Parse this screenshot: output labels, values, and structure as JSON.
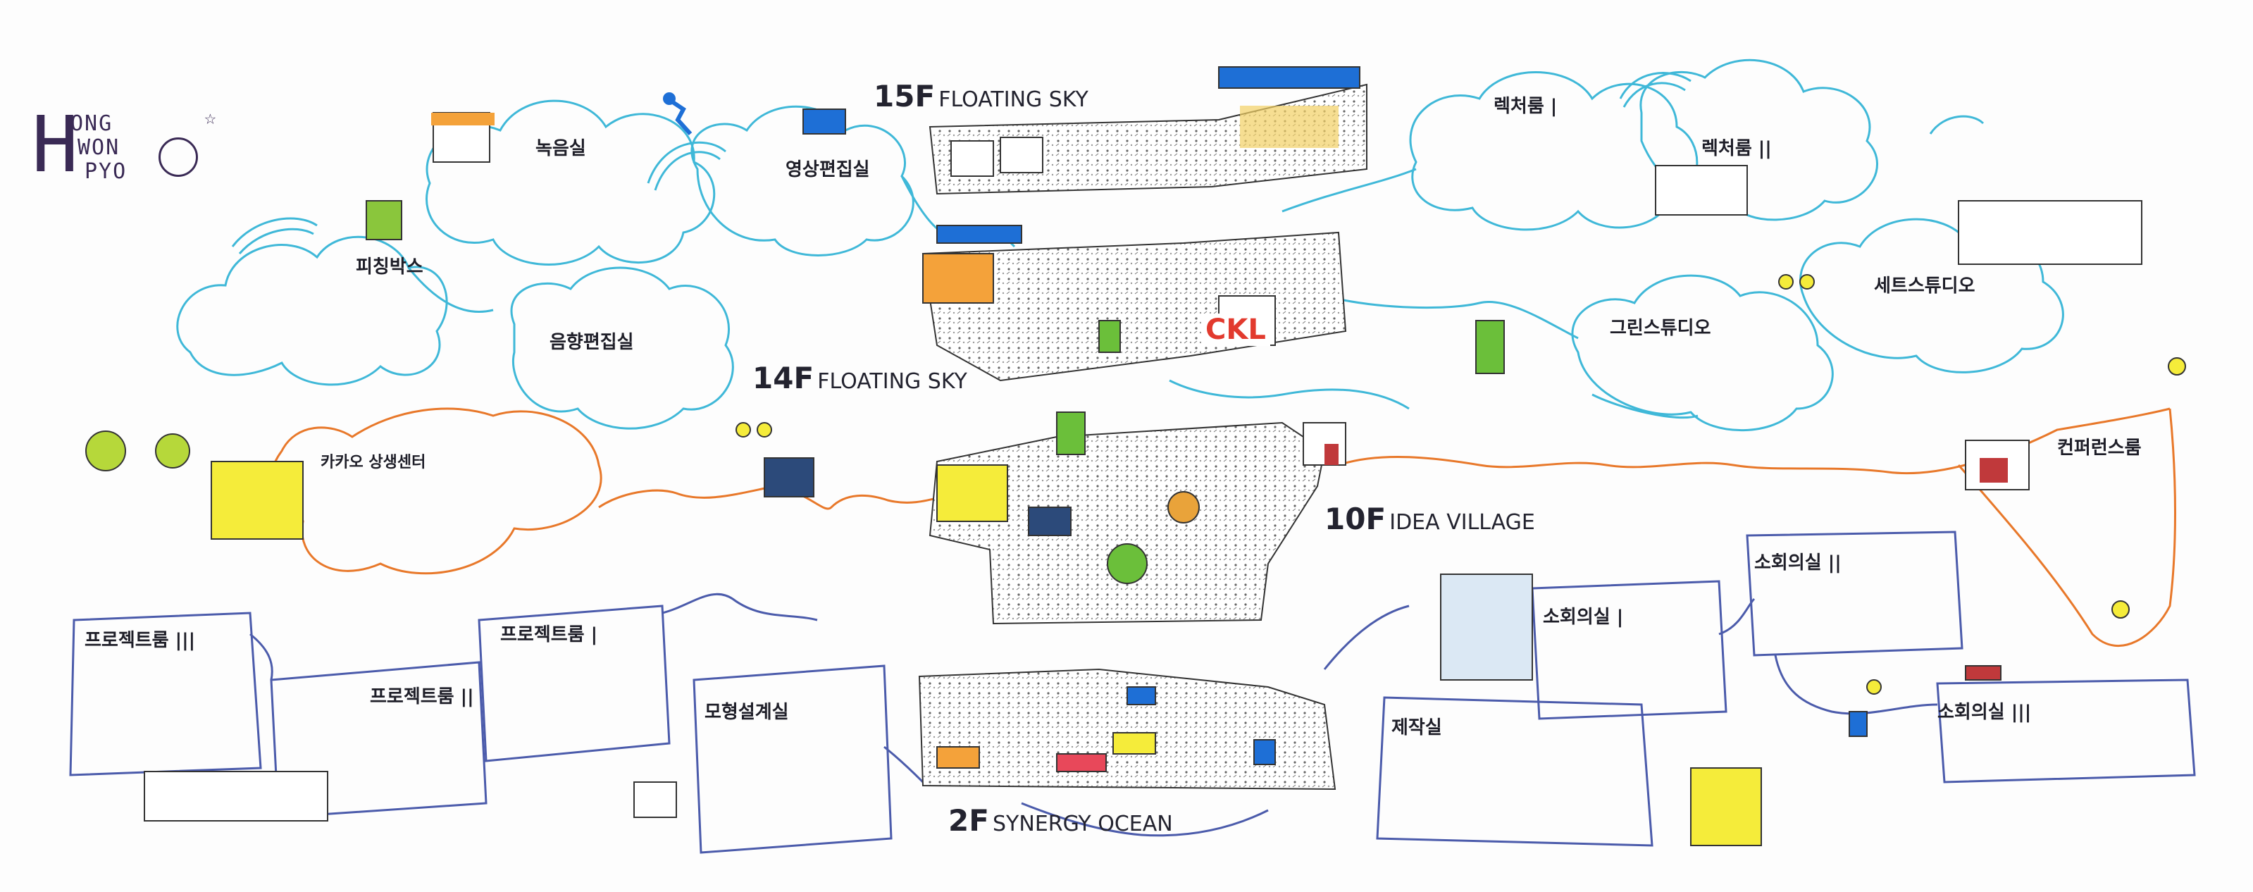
{
  "signature": {
    "line1": "ONG",
    "line2": "WON",
    "line3": "PYO",
    "letter": "H"
  },
  "floors": {
    "f15": {
      "num": "15F",
      "name": "FLOATING SKY"
    },
    "f14": {
      "num": "14F",
      "name": "FLOATING SKY"
    },
    "f10": {
      "num": "10F",
      "name": "IDEA VILLAGE"
    },
    "f2": {
      "num": "2F",
      "name": "SYNERGY OCEAN"
    }
  },
  "rooms": {
    "recording": "녹음실",
    "video_edit": "영상편집실",
    "pitching_box": "피칭박스",
    "sound_edit": "음향편집실",
    "lecture_1": "렉처룸 |",
    "lecture_2": "렉처룸 ||",
    "green_studio": "그린스튜디오",
    "set_studio": "세트스튜디오",
    "kakao": "카카오 상생센터",
    "conference": "컨퍼런스룸",
    "project_3": "프로젝트룸 |||",
    "project_2": "프로젝트룸 ||",
    "project_1": "프로젝트룸 |",
    "model_design": "모형설계실",
    "small_meeting_1": "소회의실 |",
    "small_meeting_2": "소회의실 ||",
    "small_meeting_3": "소회의실 |||",
    "production": "제작실"
  },
  "badge": "CKL",
  "colors": {
    "sky": "#3fb8d8",
    "village": "#e8782a",
    "ocean": "#4b5bab",
    "ink": "#1e1e28"
  }
}
